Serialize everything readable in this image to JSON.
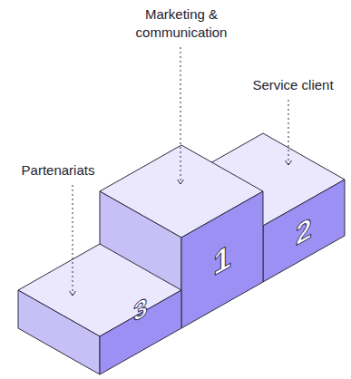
{
  "diagram": {
    "nodes": [
      {
        "text": [
          "1"
        ]
      },
      {
        "text": [
          "2"
        ]
      },
      {
        "text": [
          "3"
        ]
      }
    ],
    "labels": [
      "Marketing & communication",
      "Service client",
      "Partenariats"
    ]
  }
}
